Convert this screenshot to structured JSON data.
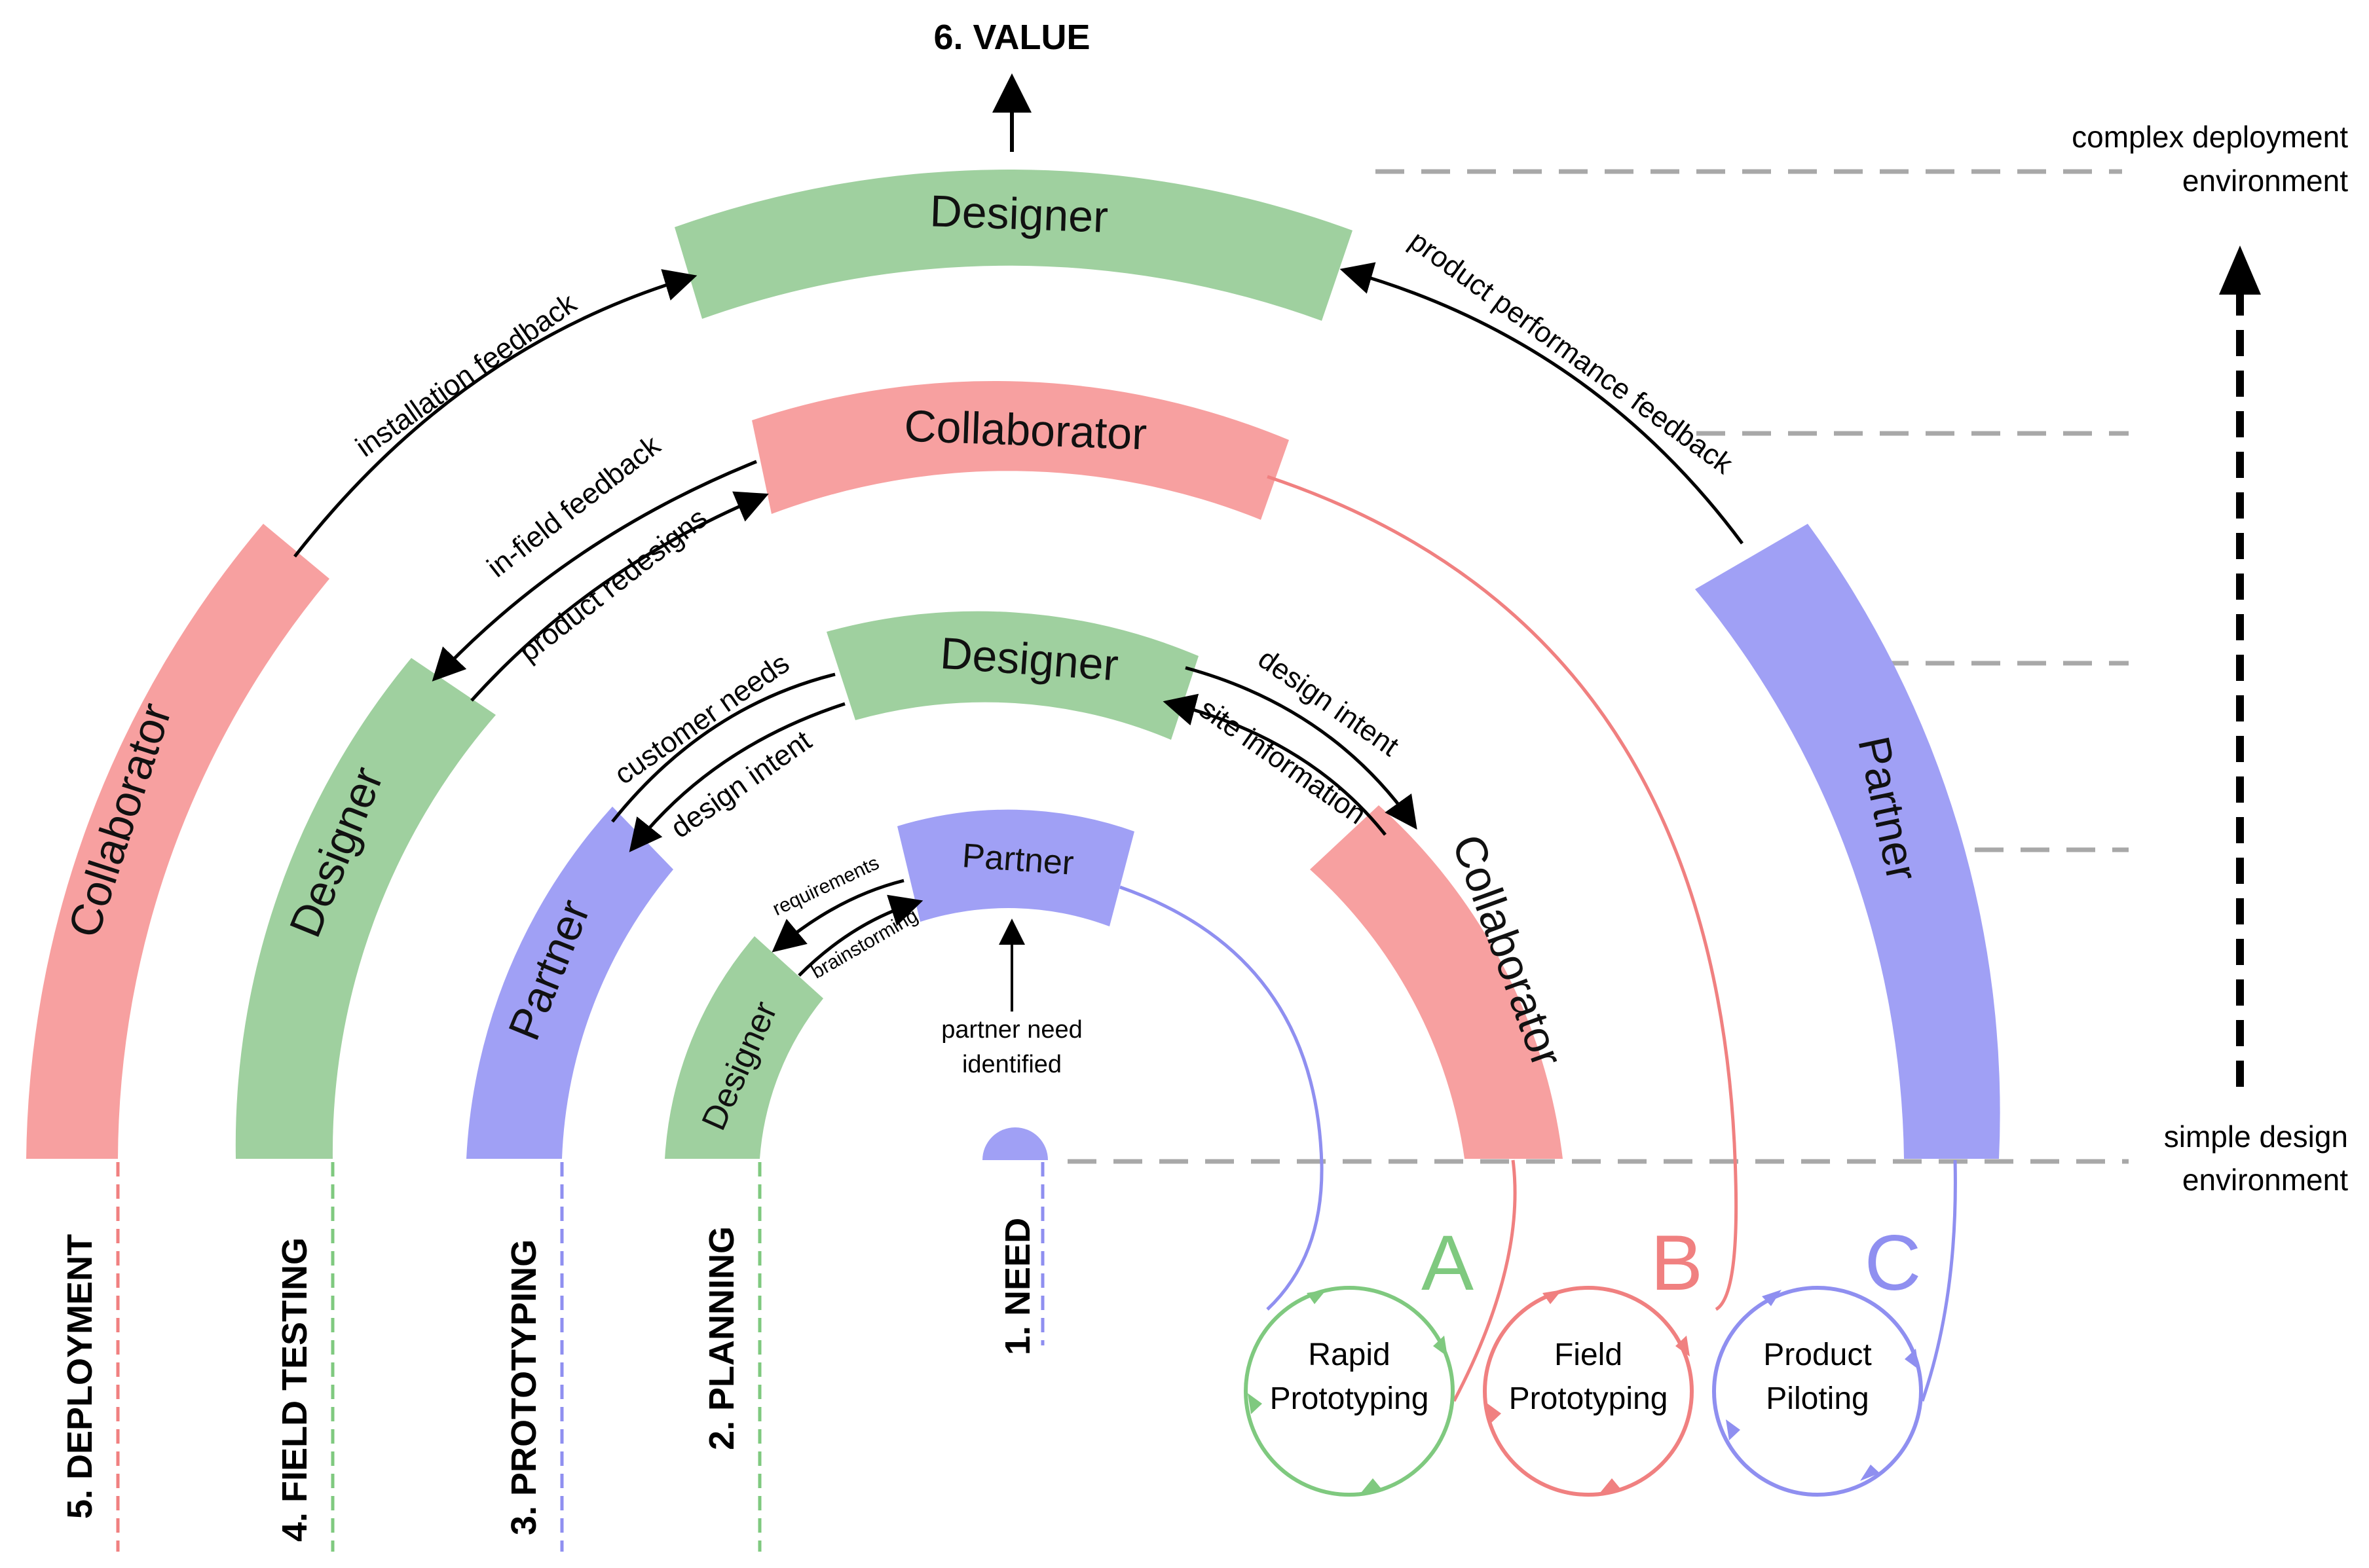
{
  "stages": {
    "need": "1. NEED",
    "planning": "2. PLANNING",
    "prototyping": "3. PROTOTYPING",
    "field_testing": "4. FIELD TESTING",
    "deployment": "5. DEPLOYMENT",
    "value": "6. VALUE"
  },
  "roles": {
    "planning_designer": "Designer",
    "planning_partner": "Partner",
    "proto_partner": "Partner",
    "proto_designer": "Designer",
    "proto_collaborator": "Collaborator",
    "field_designer": "Designer",
    "field_collaborator": "Collaborator",
    "deploy_collaborator": "Collaborator",
    "deploy_designer": "Designer",
    "deploy_partner": "Partner"
  },
  "flows": {
    "partner_need": [
      "partner need",
      "identified"
    ],
    "requirements": "requirements",
    "brainstorming": "brainstorming",
    "customer_needs": "customer needs",
    "design_intent_left": "design intent",
    "design_intent_right": "design intent",
    "site_information": "site information",
    "in_field_feedback": "in-field feedback",
    "product_redesigns": "product redesigns",
    "installation_feedback": "installation feedback",
    "product_performance_feedback": "product performance feedback"
  },
  "environment": {
    "complex": [
      "complex deployment",
      "environment"
    ],
    "simple": [
      "simple design",
      "environment"
    ]
  },
  "loops": [
    {
      "letter": "A",
      "lines": [
        "Rapid",
        "Prototyping"
      ],
      "color": "#7fc97f"
    },
    {
      "letter": "B",
      "lines": [
        "Field",
        "Prototyping"
      ],
      "color": "#f08080"
    },
    {
      "letter": "C",
      "lines": [
        "Product",
        "Piloting"
      ],
      "color": "#8f8ff0"
    }
  ],
  "colors": {
    "green": "#9fd09f",
    "red": "#f7a0a0",
    "blue": "#a0a0f5",
    "line_green": "#7fc97f",
    "line_red": "#f08080",
    "line_blue": "#8f8ff0",
    "dash_gray": "#a8a8a8"
  }
}
